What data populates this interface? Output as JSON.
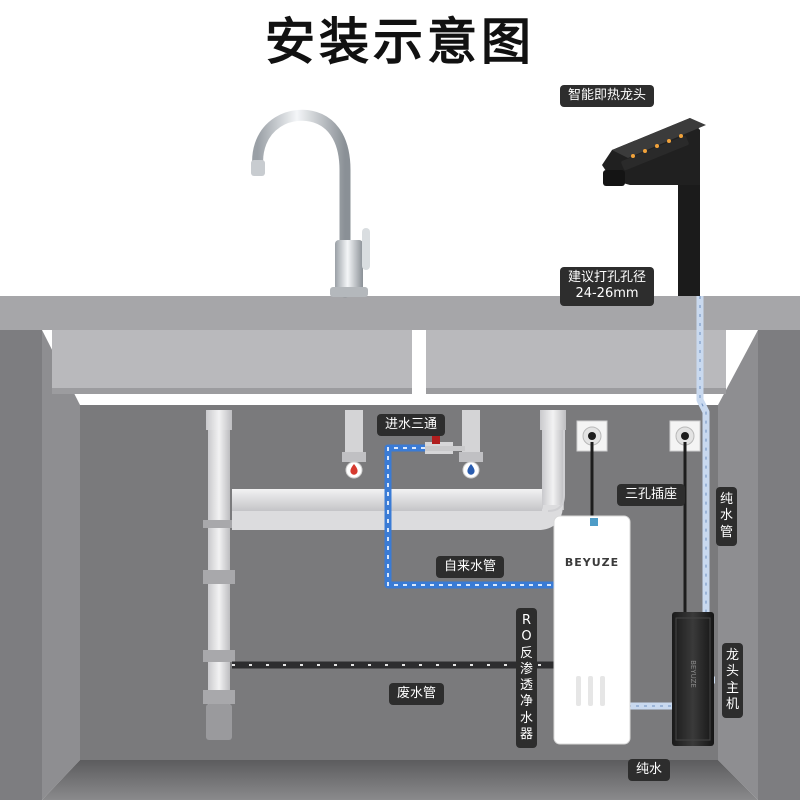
{
  "title": "安装示意图",
  "brand": "BEYUZE",
  "labels": {
    "smart_faucet": "智能即热龙头",
    "drill_hole_line1": "建议打孔孔径",
    "drill_hole_line2": "24-26mm",
    "inlet_tee": "进水三通",
    "three_hole_socket": "三孔插座",
    "pure_water_pipe": "纯水管",
    "tap_water_pipe": "自来水管",
    "ro_purifier": "RO反渗透净水器",
    "faucet_host": "龙头主机",
    "waste_water_pipe": "废水管",
    "pure_water": "纯水"
  },
  "icons": {
    "hot_valve": "hot-water-drop-icon",
    "cold_valve": "cold-water-drop-icon"
  },
  "colors": {
    "tap_water_line": "#3a7bd5",
    "pure_water_line": "#c9d9ef",
    "hot": "#d63a2f",
    "cold": "#2a5db0",
    "cabinet": "#8e8e90",
    "countertop": "#a5a5a8"
  }
}
